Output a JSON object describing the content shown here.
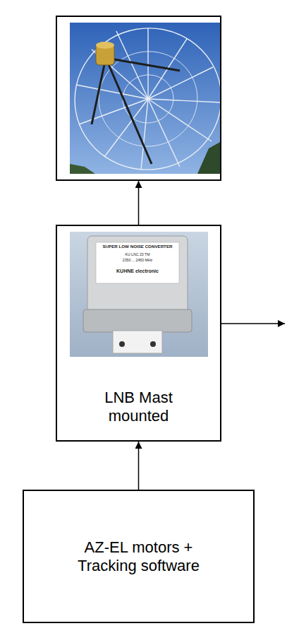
{
  "diagram": {
    "nodes": [
      {
        "text": []
      },
      {
        "text": [
          "LNB Mast mounted"
        ]
      },
      {
        "text": [
          "AZ-EL motors + Tracking software"
        ]
      }
    ],
    "edges": [
      {
        "from": 2,
        "to": 1,
        "arrow": "to"
      },
      {
        "from": 1,
        "to": 0,
        "arrow": "to"
      }
    ],
    "labels": [
      "SUPER LOW NOISE CONVERTER",
      "KU LNC 23 TM",
      "2350 ... 2450 MHz",
      "KUHNE electronic"
    ]
  }
}
